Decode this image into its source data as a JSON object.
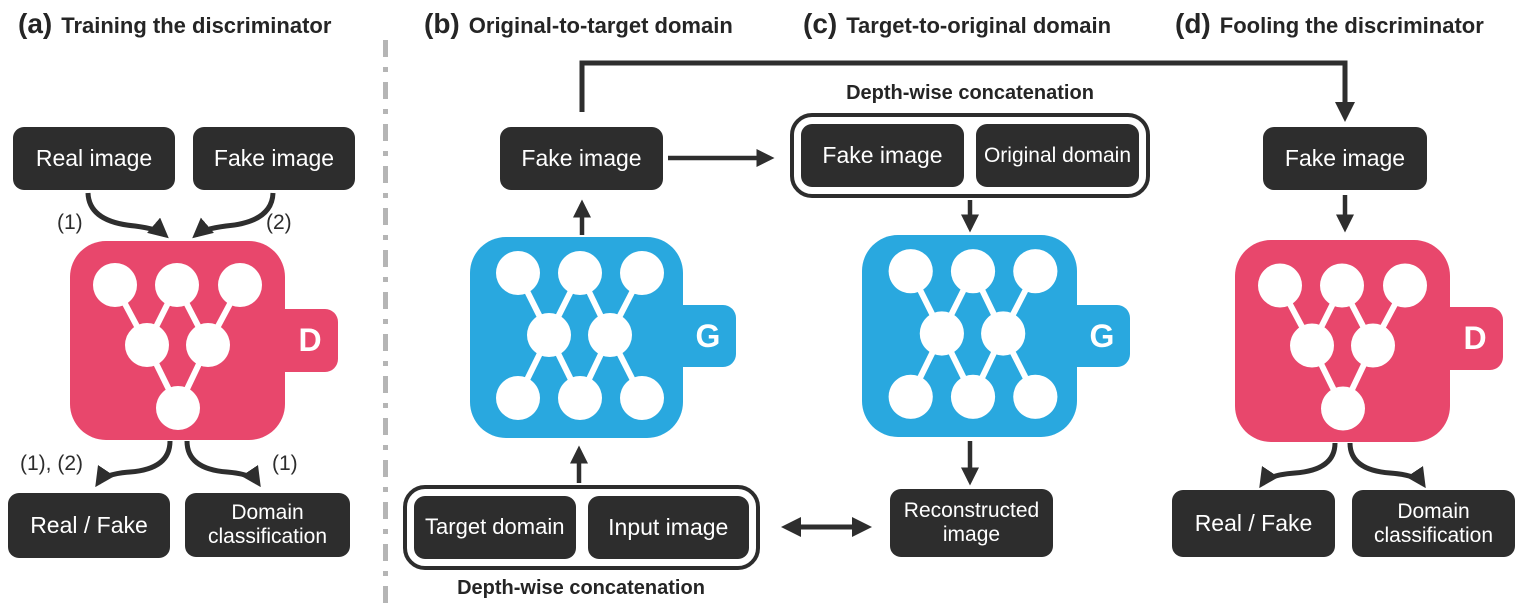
{
  "colors": {
    "discriminator_pink": "#e8476c",
    "generator_blue": "#29a8df",
    "box_dark": "#2d2d2d",
    "arrow_dark": "#2e2e2e",
    "divider_gray": "#b5b5b5"
  },
  "panels": {
    "a": {
      "tag": "(a)",
      "title": "Training the discriminator",
      "real_image": "Real image",
      "fake_image": "Fake image",
      "label_in_left": "(1)",
      "label_in_right": "(2)",
      "label_out_left": "(1), (2)",
      "label_out_right": "(1)",
      "network": "D",
      "real_fake": "Real / Fake",
      "domain_classification": "Domain classification"
    },
    "b": {
      "tag": "(b)",
      "title": "Original-to-target domain",
      "fake_image": "Fake image",
      "network": "G",
      "target_domain": "Target domain",
      "input_image": "Input image",
      "caption": "Depth-wise concatenation"
    },
    "c": {
      "tag": "(c)",
      "title": "Target-to-original domain",
      "caption": "Depth-wise concatenation",
      "fake_image": "Fake image",
      "original_domain": "Original domain",
      "network": "G",
      "reconstructed_image": "Reconstructed image"
    },
    "d": {
      "tag": "(d)",
      "title": "Fooling the discriminator",
      "fake_image": "Fake image",
      "network": "D",
      "real_fake": "Real / Fake",
      "domain_classification": "Domain classification"
    }
  }
}
